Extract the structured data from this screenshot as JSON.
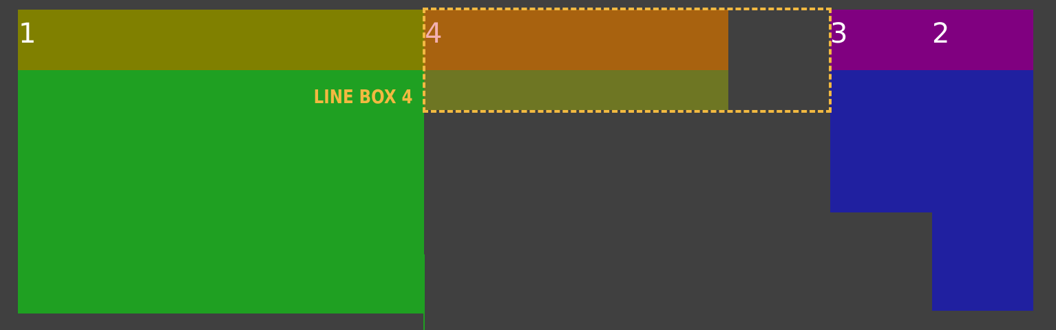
{
  "colors": {
    "background": "#404040",
    "olive_line": "#808000",
    "green_float": "#1fa022",
    "orange_line": "#a8620f",
    "olive_overlap": "#6e7623",
    "purple_line": "#800080",
    "blue_float": "#2020a0",
    "dash": "#f2b941",
    "label_white": "#ffffff",
    "label_pink": "#f3b0b0"
  },
  "labels": {
    "box_1": "1",
    "box_2": "2",
    "box_3": "3",
    "box_4": "4",
    "line_box_callout": "LINE BOX 4"
  }
}
